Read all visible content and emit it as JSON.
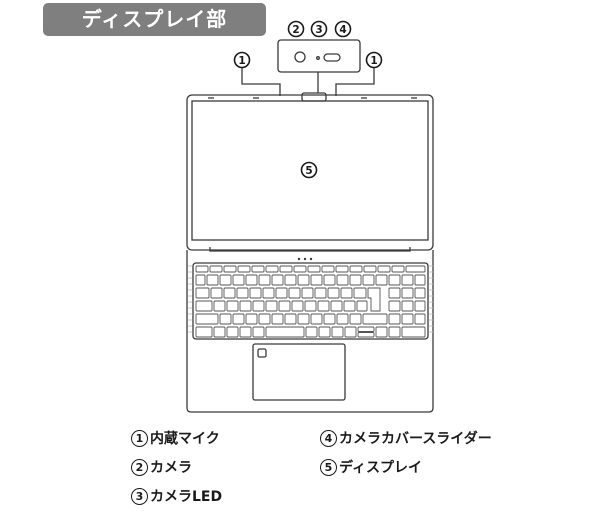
{
  "header": {
    "title": "ディスプレイ部"
  },
  "callouts": {
    "mic_left": "1",
    "mic_right": "1",
    "camera": "2",
    "camera_led": "3",
    "camera_cover_slider": "4",
    "display": "5"
  },
  "legend": {
    "items": [
      {
        "num": "1",
        "label": "内蔵マイク"
      },
      {
        "num": "2",
        "label": "カメラ"
      },
      {
        "num": "3",
        "label": "カメラLED"
      },
      {
        "num": "4",
        "label": "カメラカバースライダー"
      },
      {
        "num": "5",
        "label": "ディスプレイ"
      }
    ]
  },
  "colors": {
    "title_bg": "#7f7f7f",
    "line": "#3a3a3a"
  }
}
